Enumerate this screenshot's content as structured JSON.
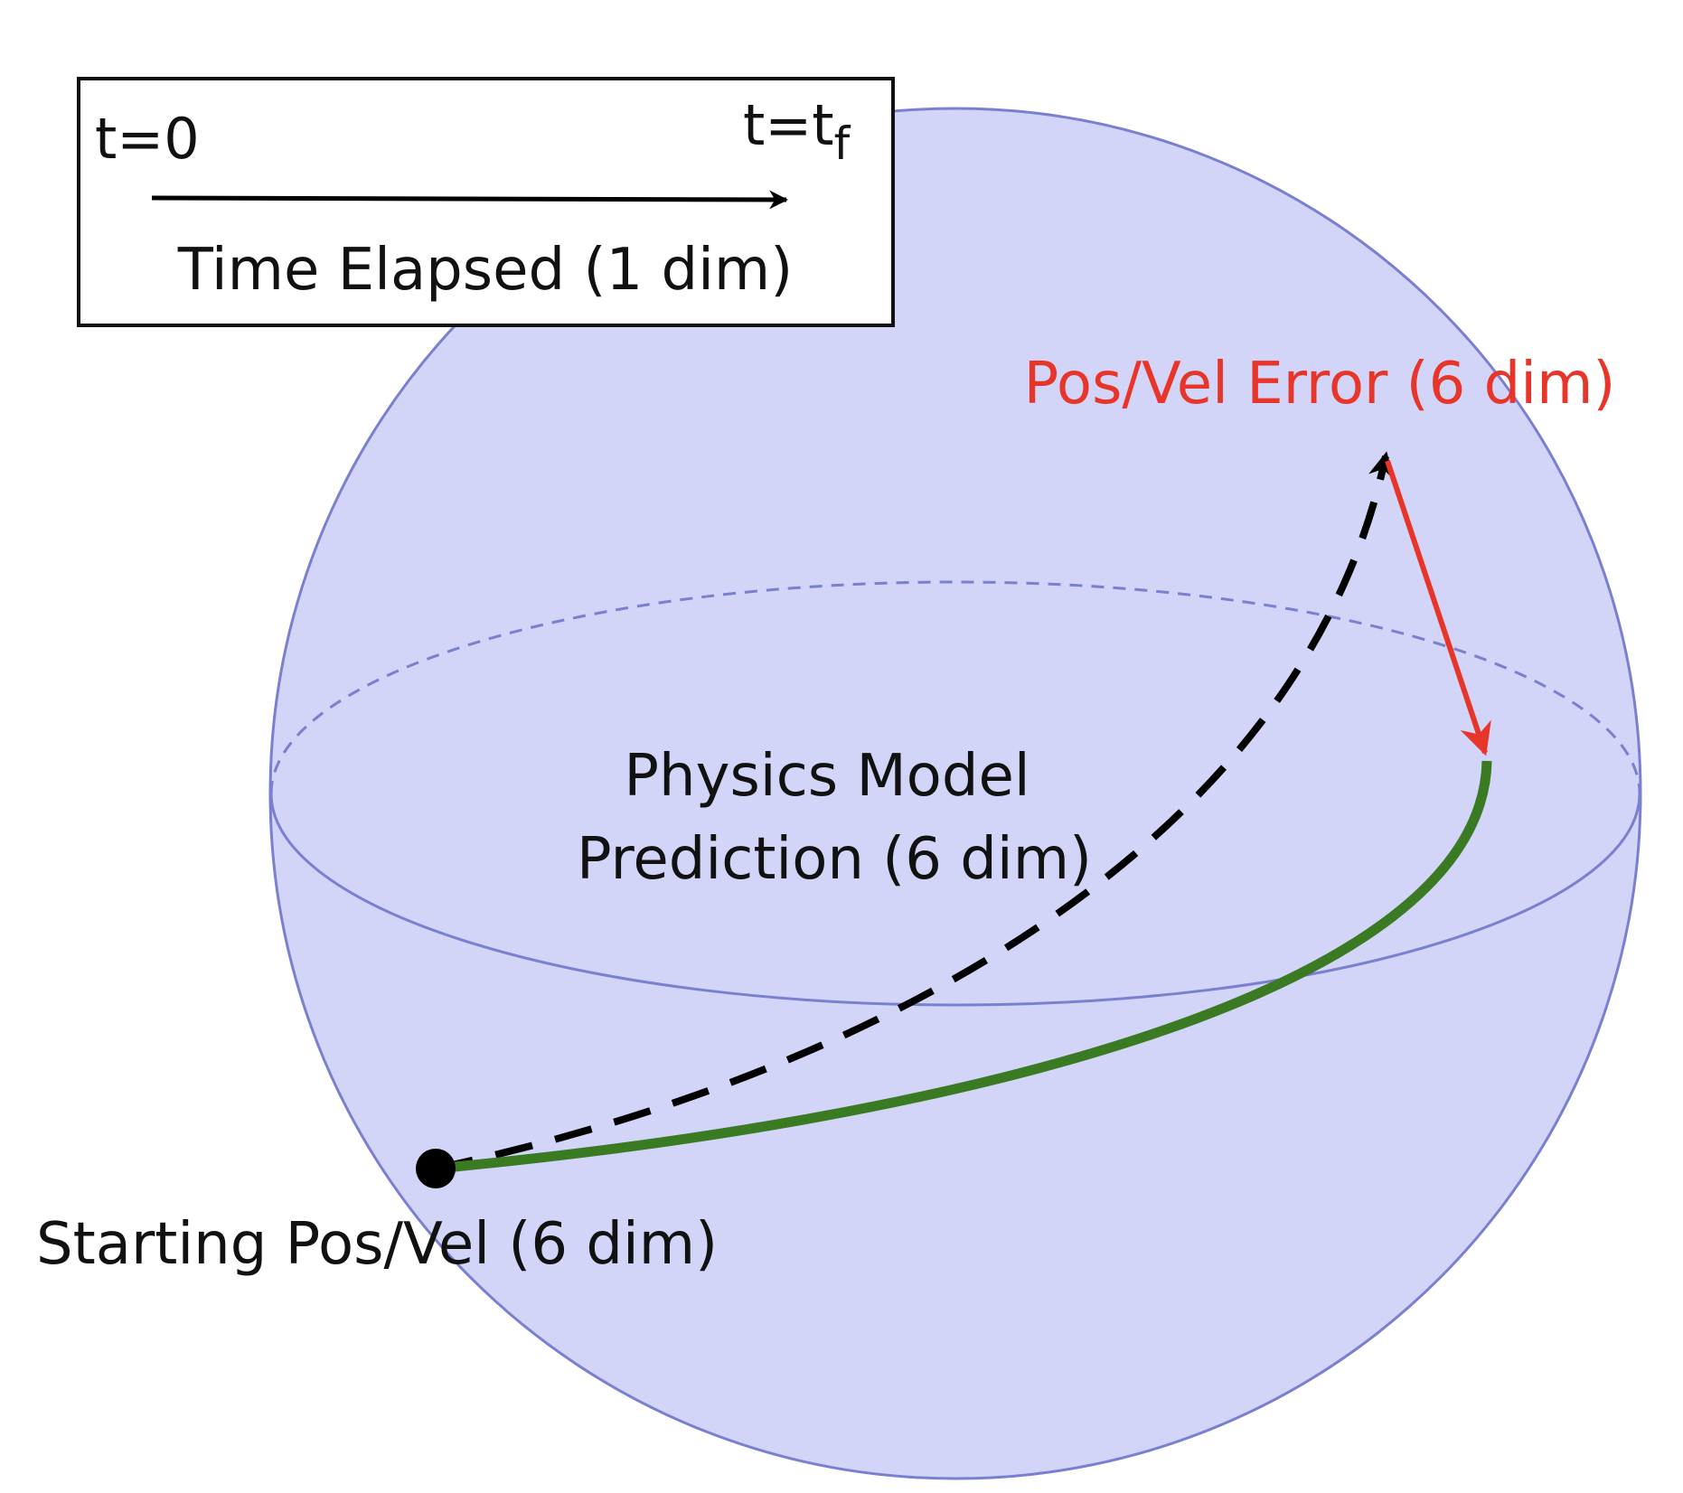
{
  "time_box": {
    "start_label": "t=0",
    "end_label_main": "t=t",
    "end_label_sub": "f",
    "caption": "Time Elapsed (1 dim)"
  },
  "labels": {
    "error": "Pos/Vel Error (6 dim)",
    "prediction_line1": "Physics Model",
    "prediction_line2": "Prediction (6 dim)",
    "start": "Starting Pos/Vel (6 dim)"
  },
  "colors": {
    "sphere_fill": "#d2d4f8",
    "sphere_edge": "#7a7fd0",
    "actual_path": "#3a7a22",
    "error_arrow": "#e8352a",
    "prediction_path": "#000000",
    "text": "#111111",
    "error_text": "#e8352a"
  }
}
